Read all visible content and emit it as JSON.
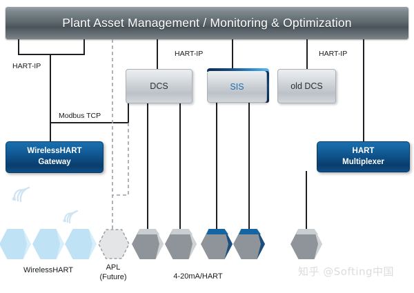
{
  "header": {
    "title": "Plant Asset Management / Monitoring & Optimization",
    "bg_dark": "#4a555b",
    "text_color": "#ffffff"
  },
  "colors": {
    "blue_box": "#0d4d84",
    "grey_box": "#c9ced3",
    "sis_accent": "#15508a",
    "wireless_hex": "#bfe2f5",
    "hart_hex": "#8e9499",
    "apl_hex": "#dcdedf",
    "wire": "#1b1f23",
    "dashed_wire": "#9aa0a6",
    "watermark": "#dcdcdc"
  },
  "connections": {
    "hart_ip_left": "HART-IP",
    "hart_ip_mid": "HART-IP",
    "hart_ip_right": "HART-IP",
    "modbus_tcp": "Modbus TCP"
  },
  "systems": [
    {
      "id": "dcs",
      "label": "DCS",
      "style": "grey"
    },
    {
      "id": "sis",
      "label": "SIS",
      "style": "grey-blue-accent"
    },
    {
      "id": "old_dcs",
      "label": "old DCS",
      "style": "grey"
    }
  ],
  "gateways": [
    {
      "id": "wireless_hart_gateway",
      "line1": "WirelessHART",
      "line2": "Gateway"
    },
    {
      "id": "hart_multiplexer",
      "line1": "HART",
      "line2": "Multiplexer"
    }
  ],
  "field_groups": [
    {
      "id": "wirelesshart",
      "label_line1": "WirelessHART",
      "label_line2": "",
      "device_count": 3,
      "device_style": "light-blue"
    },
    {
      "id": "apl",
      "label_line1": "APL",
      "label_line2": "(Future)",
      "device_count": 1,
      "device_style": "dashed-grey"
    },
    {
      "id": "hart_4_20",
      "label_line1": "4-20mA/HART",
      "label_line2": "",
      "device_count": 4,
      "device_style": "grey"
    },
    {
      "id": "mux_field",
      "label_line1": "",
      "label_line2": "",
      "device_count": 1,
      "device_style": "grey"
    }
  ],
  "watermark": {
    "text": "知乎 @Softing中国"
  }
}
